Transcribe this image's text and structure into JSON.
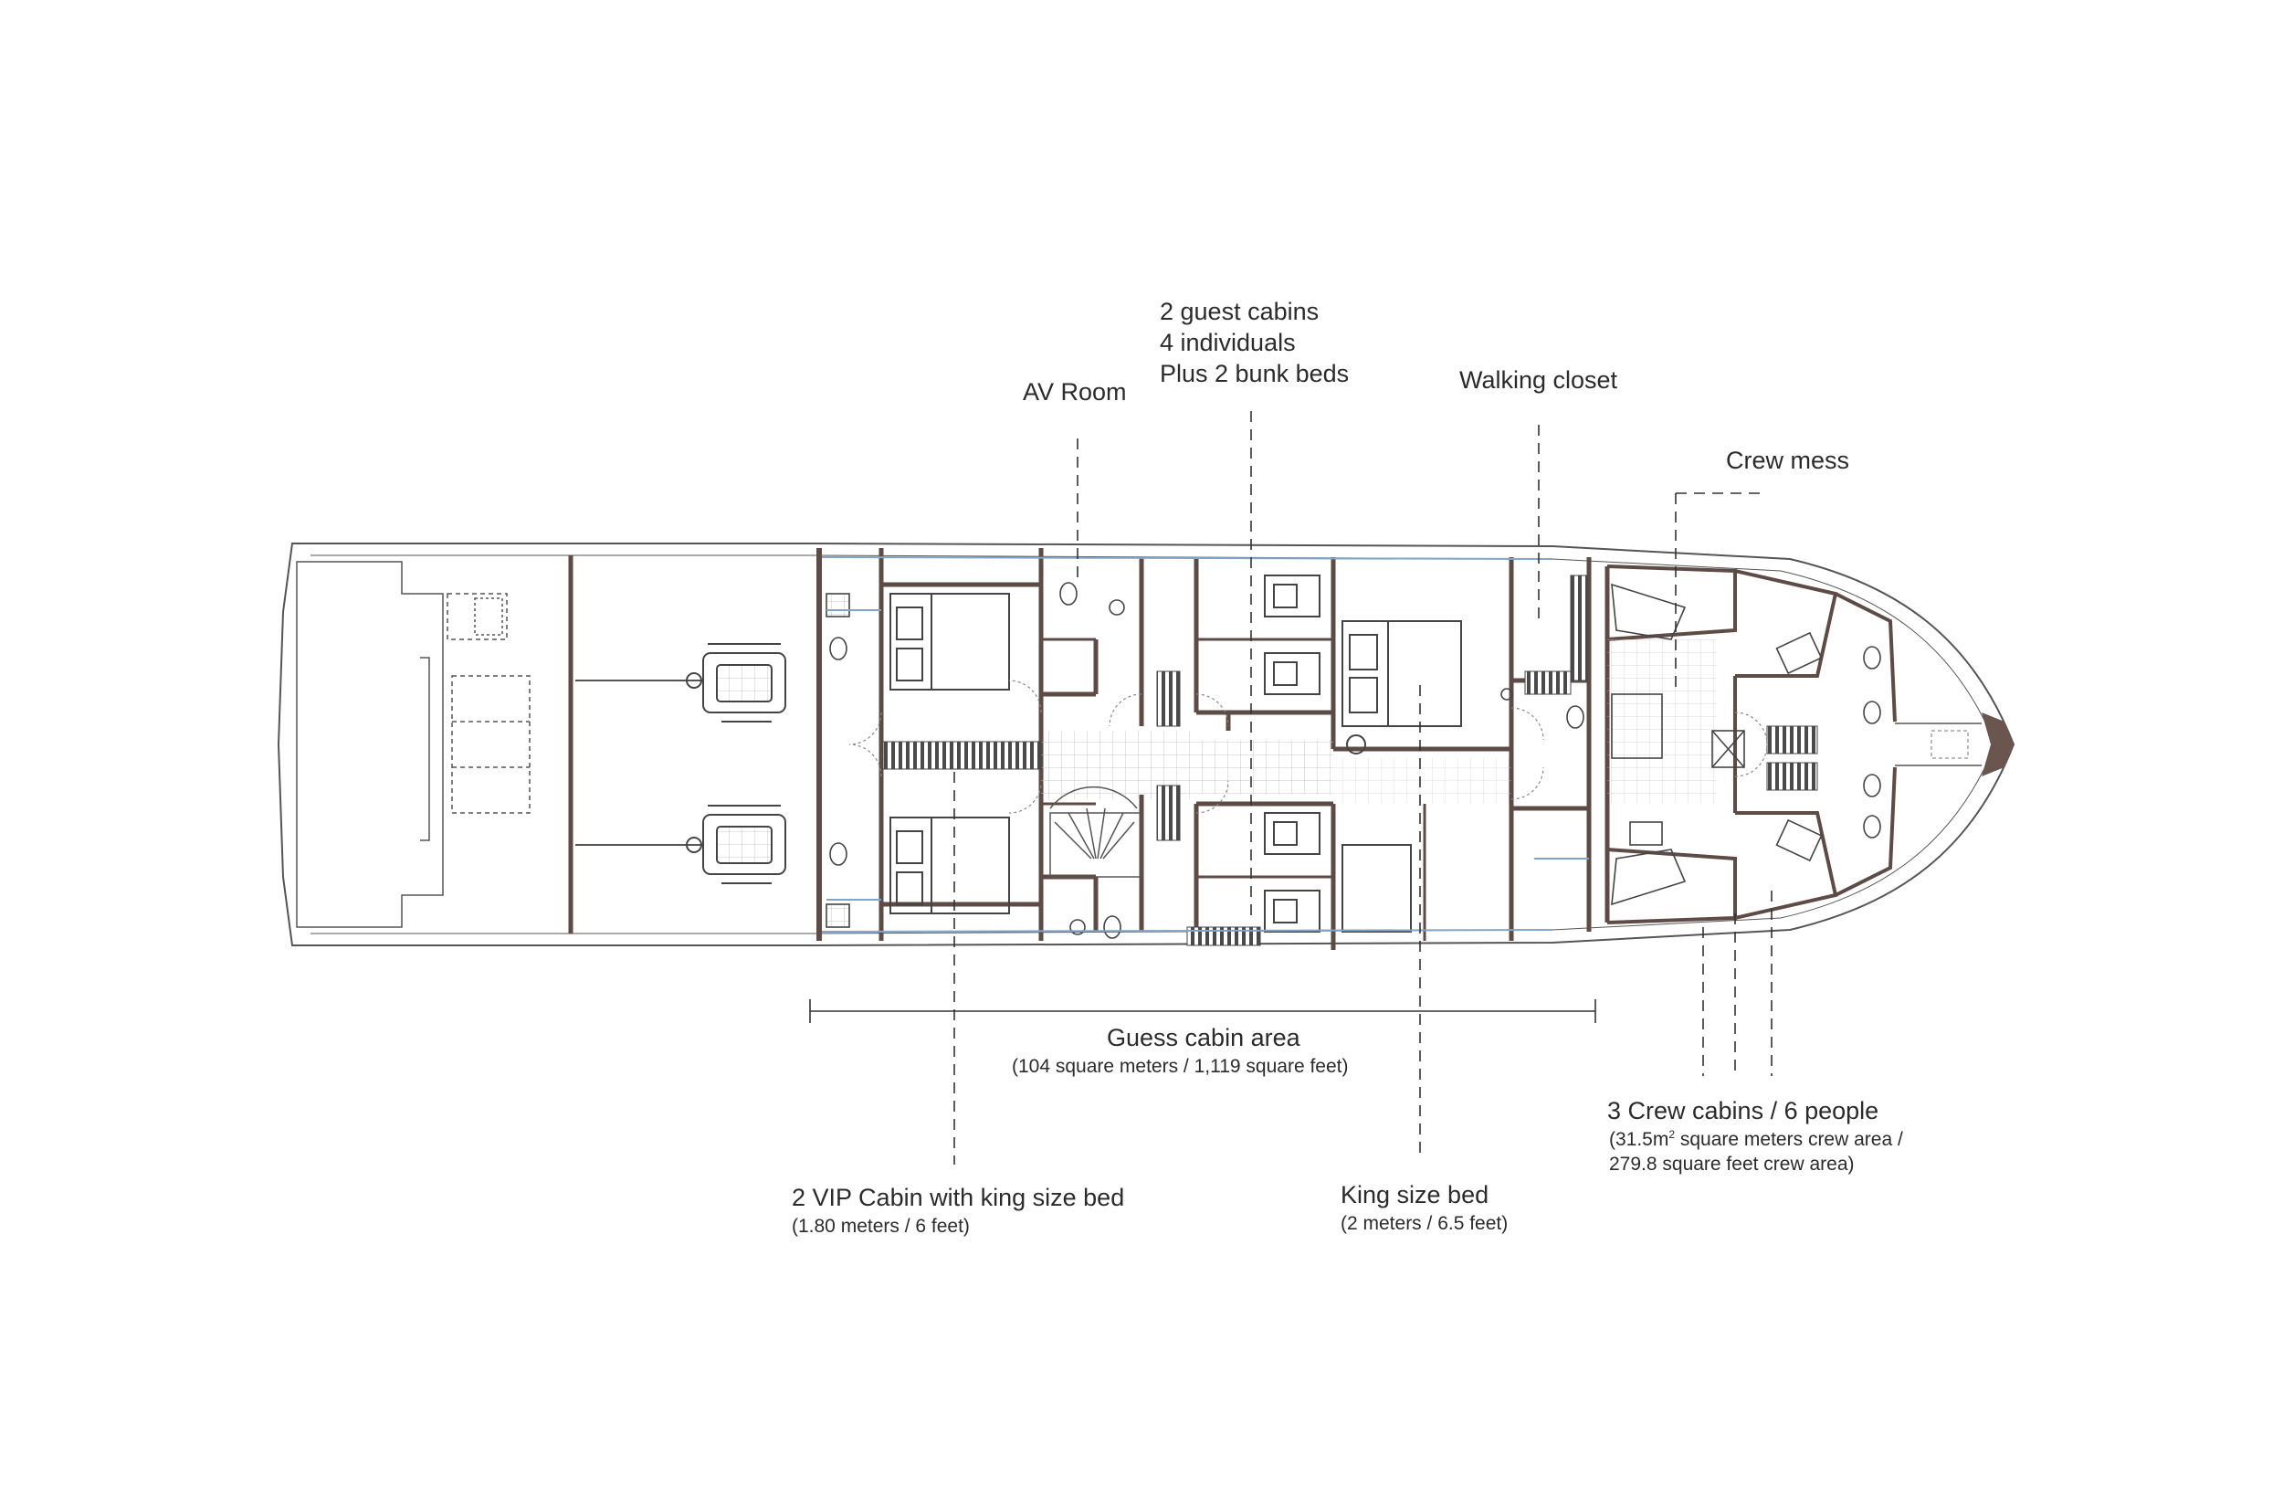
{
  "labels": {
    "guest_cabins": [
      "2 guest cabins",
      "4 individuals",
      "Plus 2 bunk beds"
    ],
    "av_room": "AV Room",
    "walking_closet": "Walking closet",
    "crew_mess": "Crew mess",
    "cabin_area_title": "Guess cabin area",
    "cabin_area_size": "(104 square meters / 1,119 square feet)",
    "crew_cabins_title": "3 Crew cabins / 6 people",
    "crew_area_value": "(31.5m",
    "crew_area_sup": "2",
    "crew_area_rest": " square meters crew area /",
    "crew_area_feet": "279.8 square feet crew area)",
    "vip_cabin_title": "2 VIP Cabin with king size bed",
    "vip_cabin_size": "(1.80 meters / 6 feet)",
    "king_bed_title": "King size bed",
    "king_bed_size": "(2 meters / 6.5 feet)"
  },
  "colors": {
    "wall": "#5e4b45",
    "outline": "#555555",
    "fixture_blue": "#7fa6c8",
    "bow_fill": "#6a554f",
    "text": "#2b2b2b"
  }
}
